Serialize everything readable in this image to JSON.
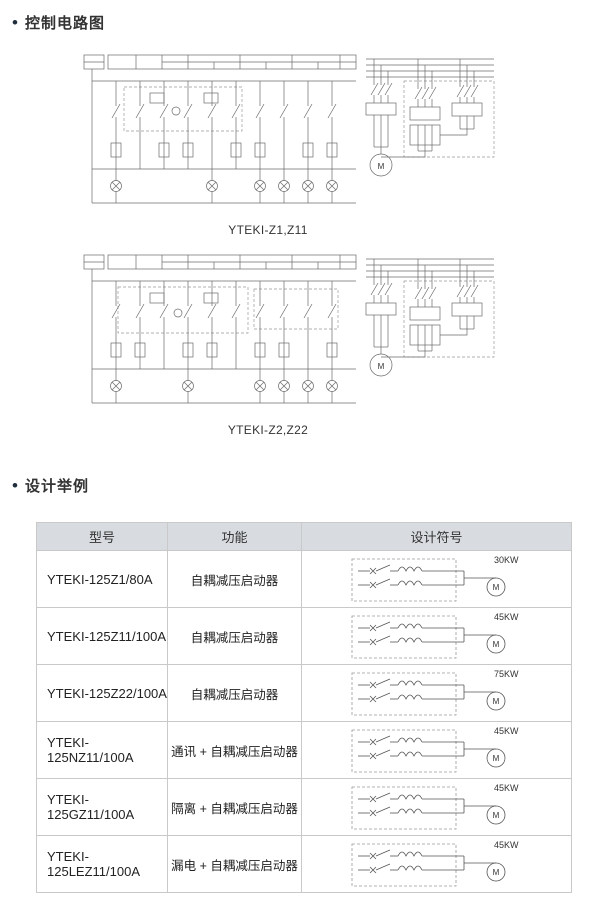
{
  "sections": {
    "control_circuit": {
      "bullet": "•",
      "title": "控制电路图"
    },
    "design_examples": {
      "bullet": "•",
      "title": "设计举例"
    }
  },
  "diagrams": [
    {
      "caption": "YTEKI-Z1,Z11"
    },
    {
      "caption": "YTEKI-Z2,Z22"
    }
  ],
  "labels": {
    "motor": "M"
  },
  "table": {
    "headers": {
      "model": "型号",
      "function": "功能",
      "symbol": "设计符号"
    },
    "rows": [
      {
        "model": "YTEKI-125Z1/80A",
        "function": "自耦减压启动器",
        "power": "30KW"
      },
      {
        "model": "YTEKI-125Z11/100A",
        "function": "自耦减压启动器",
        "power": "45KW"
      },
      {
        "model": "YTEKI-125Z22/100A",
        "function": "自耦减压启动器",
        "power": "75KW"
      },
      {
        "model": "YTEKI-125NZ11/100A",
        "function": "通讯 + 自耦减压启动器",
        "power": "45KW"
      },
      {
        "model": "YTEKI-125GZ11/100A",
        "function": "隔离 + 自耦减压启动器",
        "power": "45KW"
      },
      {
        "model": "YTEKI-125LEZ11/100A",
        "function": "漏电 + 自耦减压启动器",
        "power": "45KW"
      }
    ]
  },
  "colors": {
    "heading_text": "#333333",
    "table_header_bg": "#d8dce0",
    "table_border": "#c9c9c9",
    "diagram_stroke": "#6b6b6b"
  }
}
